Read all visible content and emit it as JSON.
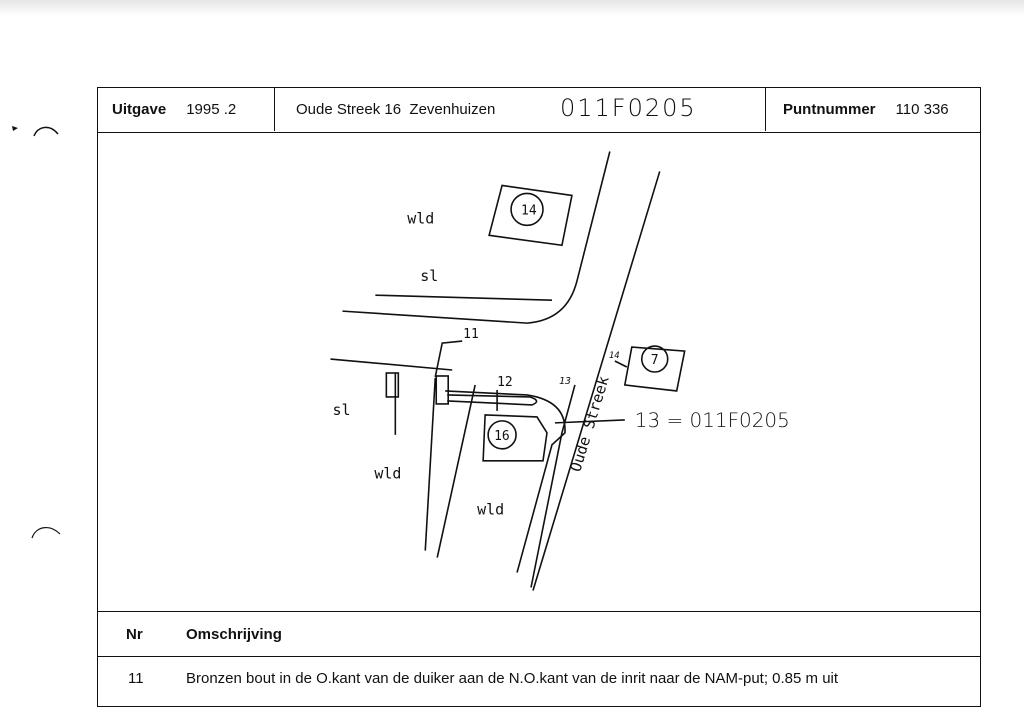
{
  "header": {
    "uitgave_label": "Uitgave",
    "uitgave_value": "1995 .2",
    "address": "Oude Streek 16  Zevenhuizen",
    "handwritten_code": "011F0205",
    "puntnummer_label": "Puntnummer",
    "puntnummer_value": "110 336"
  },
  "sketch": {
    "labels": {
      "wld_top": "wld",
      "sl_top": "sl",
      "sl_left": "sl",
      "wld_left": "wld",
      "wld_bottom": "wld",
      "street": "Oude Streek",
      "house_14": "14",
      "house_7": "7",
      "house_16": "16",
      "point_11": "11",
      "point_12": "12",
      "point_13": "13",
      "dist_14": "14",
      "annotation": "13 = 011F0205"
    }
  },
  "table": {
    "col_nr": "Nr",
    "col_omschrijving": "Omschrijving",
    "rows": [
      {
        "nr": "11",
        "text": "Bronzen bout in de O.kant van de duiker aan de N.O.kant van de inrit naar de NAM-put; 0.85 m uit"
      }
    ]
  }
}
